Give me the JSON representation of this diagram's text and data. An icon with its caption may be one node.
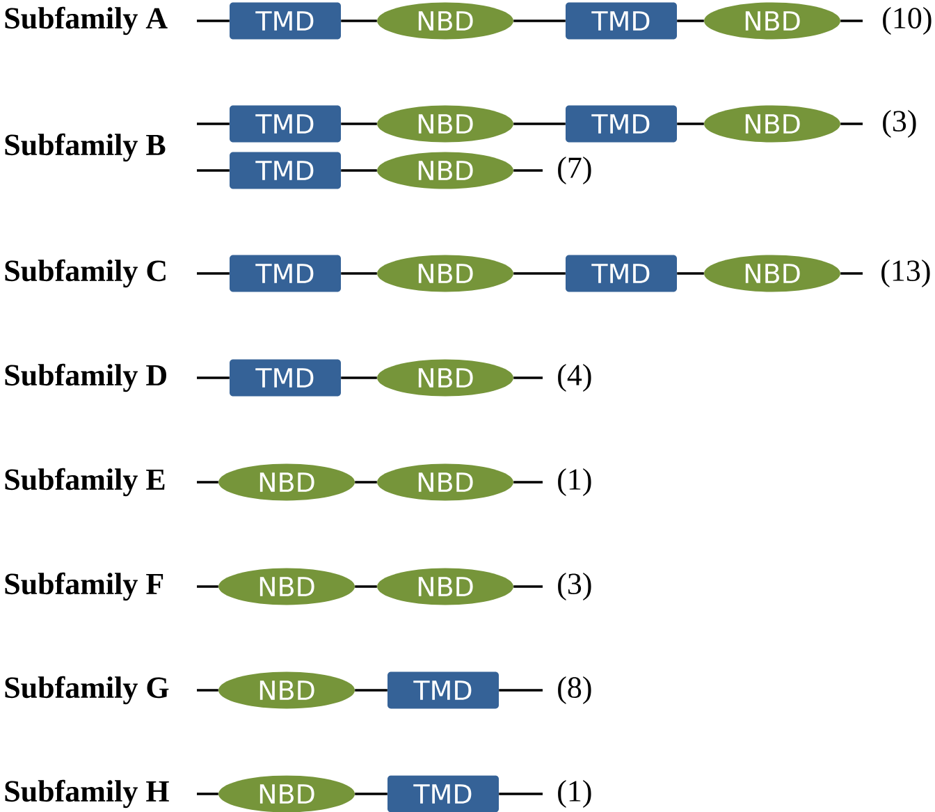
{
  "diagram": {
    "nodes": [
      {
        "text": [
          "TMD"
        ]
      },
      {
        "text": [
          "NBD"
        ]
      },
      {
        "text": [
          "TMD"
        ]
      },
      {
        "text": [
          "NBD"
        ]
      },
      {
        "text": [
          "TMD"
        ]
      },
      {
        "text": [
          "NBD"
        ]
      },
      {
        "text": [
          "TMD"
        ]
      },
      {
        "text": [
          "NBD"
        ]
      },
      {
        "text": [
          "TMD"
        ]
      },
      {
        "text": [
          "NBD"
        ]
      },
      {
        "text": [
          "TMD"
        ]
      },
      {
        "text": [
          "NBD"
        ]
      },
      {
        "text": [
          "TMD"
        ]
      },
      {
        "text": [
          "NBD"
        ]
      },
      {
        "text": [
          "TMD"
        ]
      },
      {
        "text": [
          "NBD"
        ]
      },
      {
        "text": [
          "NBD"
        ]
      },
      {
        "text": [
          "NBD"
        ]
      },
      {
        "text": [
          "NBD"
        ]
      },
      {
        "text": [
          "NBD"
        ]
      },
      {
        "text": [
          "NBD"
        ]
      },
      {
        "text": [
          "TMD"
        ]
      },
      {
        "text": [
          "NBD"
        ]
      },
      {
        "text": [
          "TMD"
        ]
      }
    ],
    "edges": [
      {
        "from": null,
        "to": 0,
        "arrow": "none"
      },
      {
        "from": 0,
        "to": 1,
        "arrow": "none"
      },
      {
        "from": 1,
        "to": 2,
        "arrow": "none"
      },
      {
        "from": 2,
        "to": 3,
        "arrow": "none"
      },
      {
        "from": 3,
        "to": null,
        "arrow": "none"
      },
      {
        "from": null,
        "to": 4,
        "arrow": "none"
      },
      {
        "from": 4,
        "to": 5,
        "arrow": "none"
      },
      {
        "from": 5,
        "to": 6,
        "arrow": "none"
      },
      {
        "from": 6,
        "to": 7,
        "arrow": "none"
      },
      {
        "from": 7,
        "to": null,
        "arrow": "none"
      },
      {
        "from": null,
        "to": 8,
        "arrow": "none"
      },
      {
        "from": 8,
        "to": 9,
        "arrow": "none"
      },
      {
        "from": 9,
        "to": null,
        "arrow": "none"
      },
      {
        "from": null,
        "to": 10,
        "arrow": "none"
      },
      {
        "from": 10,
        "to": 11,
        "arrow": "none"
      },
      {
        "from": 11,
        "to": 12,
        "arrow": "none"
      },
      {
        "from": 12,
        "to": 13,
        "arrow": "none"
      },
      {
        "from": 13,
        "to": null,
        "arrow": "none"
      },
      {
        "from": null,
        "to": 14,
        "arrow": "none"
      },
      {
        "from": 14,
        "to": 15,
        "arrow": "none"
      },
      {
        "from": 15,
        "to": null,
        "arrow": "none"
      },
      {
        "from": null,
        "to": 16,
        "arrow": "none"
      },
      {
        "from": 16,
        "to": 17,
        "arrow": "none"
      },
      {
        "from": 17,
        "to": null,
        "arrow": "none"
      },
      {
        "from": null,
        "to": 18,
        "arrow": "none"
      },
      {
        "from": 18,
        "to": 19,
        "arrow": "none"
      },
      {
        "from": 19,
        "to": null,
        "arrow": "none"
      },
      {
        "from": null,
        "to": 20,
        "arrow": "none"
      },
      {
        "from": 20,
        "to": 21,
        "arrow": "none"
      },
      {
        "from": 21,
        "to": null,
        "arrow": "none"
      },
      {
        "from": null,
        "to": 22,
        "arrow": "none"
      },
      {
        "from": 22,
        "to": 23,
        "arrow": "none"
      },
      {
        "from": 23,
        "to": null,
        "arrow": "none"
      }
    ],
    "labels": [
      "Subfamily A",
      "(10)",
      "(3)",
      "Subfamily B",
      "(7)",
      "Subfamily C",
      "(13)",
      "Subfamily D",
      "(4)",
      "Subfamily E",
      "(1)",
      "Subfamily F",
      "(3)",
      "Subfamily G",
      "(8)",
      "Subfamily H",
      "(1)"
    ]
  }
}
